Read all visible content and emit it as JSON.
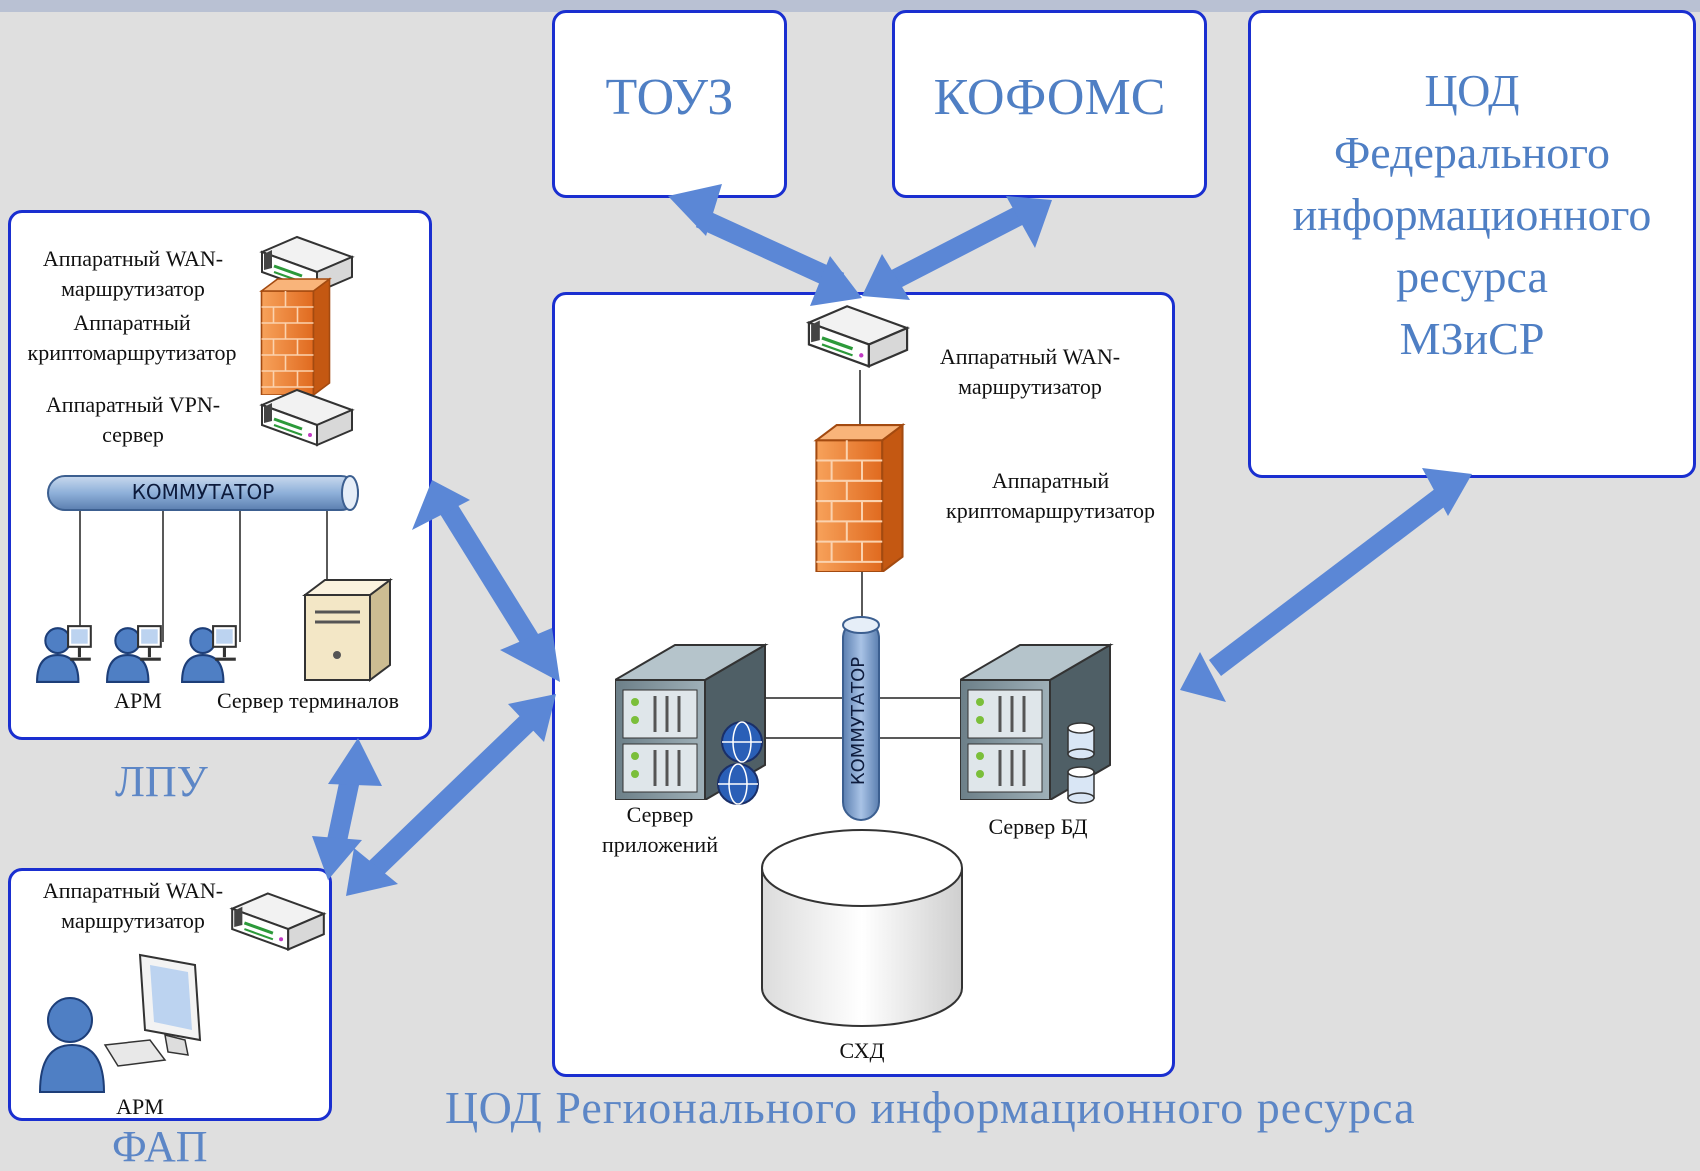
{
  "nodes": {
    "touz": "ТОУЗ",
    "kofoms": "КОФОМС",
    "cod_federal": [
      "ЦОД",
      "Федерального",
      "информационного",
      "ресурса",
      "МЗиСР"
    ]
  },
  "lpu": {
    "wan_router": [
      "Аппаратный WAN-",
      "маршрутизатор"
    ],
    "crypto_router": [
      "Аппаратный",
      "криптомаршрутизатор"
    ],
    "vpn_server": [
      "Аппаратный VPN-",
      "сервер"
    ],
    "switch": "КОММУТАТОР",
    "arm": "АРМ",
    "terminal_server": "Сервер терминалов",
    "caption": "ЛПУ"
  },
  "fap": {
    "wan_router": [
      "Аппаратный WAN-",
      "маршрутизатор"
    ],
    "arm": "АРМ",
    "caption": "ФАП"
  },
  "regional": {
    "wan_router": [
      "Аппаратный WAN-",
      "маршрутизатор"
    ],
    "crypto_router": [
      "Аппаратный",
      "криптомаршрутизатор"
    ],
    "switch": "КОММУТАТОР",
    "app_server": [
      "Сервер",
      "приложений"
    ],
    "db_server": "Сервер БД",
    "storage": "СХД",
    "caption": "ЦОД Регионального информационного ресурса"
  },
  "colors": {
    "arrow": "#5b87d6",
    "box_border": "#1a2fd0",
    "caption": "#5c86c6",
    "firewall": "#f08a3c"
  }
}
